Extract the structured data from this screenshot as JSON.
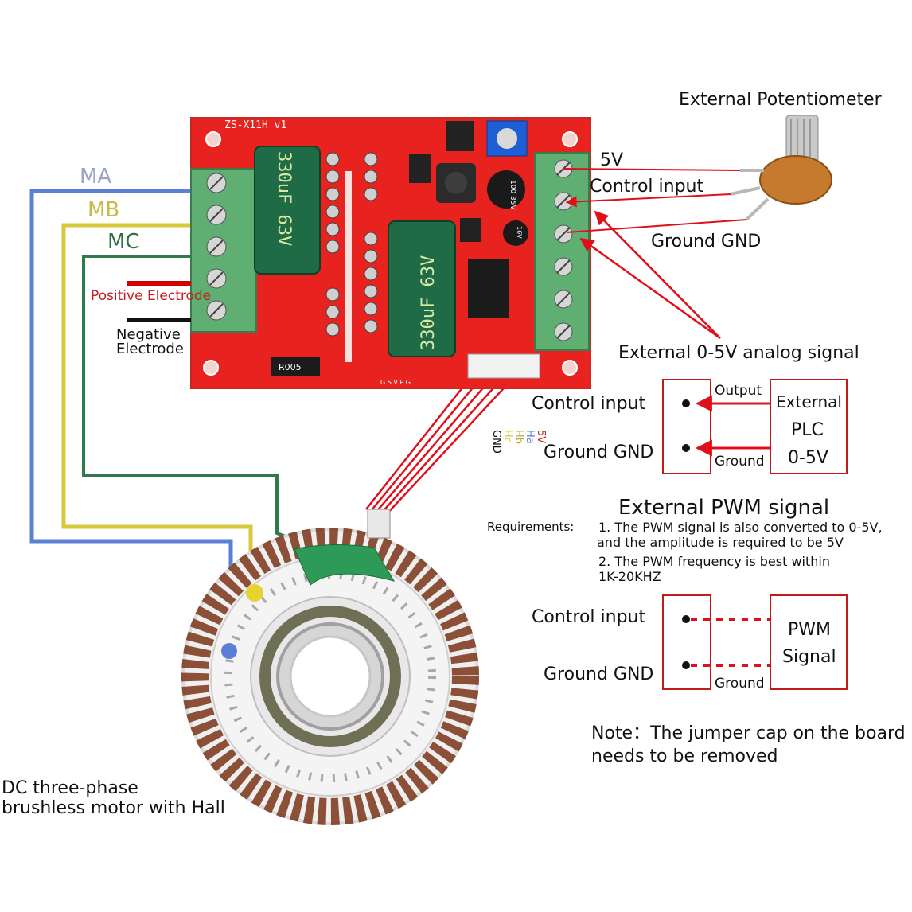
{
  "board": {
    "model": "ZS-X11H v1",
    "cap_label_1": "330uF 63V",
    "cap_label_2": "330uF 63V",
    "small_cap_1": "100 35V",
    "small_cap_2": "16V",
    "resistor": "R005",
    "header_pins": "G S V P G"
  },
  "motor_wires": {
    "ma": "MA",
    "mb": "MB",
    "mc": "MC"
  },
  "power": {
    "positive": "Positive Electrode",
    "negative_line1": "Negative",
    "negative_line2": "Electrode"
  },
  "hall_labels": [
    "5V",
    "Ha",
    "Hb",
    "Hc",
    "GND"
  ],
  "pot": {
    "title": "External Potentiometer",
    "v5": "5V",
    "control": "Control input",
    "ground": "Ground GND",
    "analog": "External 0-5V analog signal"
  },
  "plc": {
    "control": "Control input",
    "ground": "Ground GND",
    "output": "Output",
    "ground_small": "Ground",
    "box_line1": "External",
    "box_line2": "PLC",
    "box_line3": "0-5V"
  },
  "pwm": {
    "title": "External PWM signal",
    "req_label": "Requirements:",
    "req1a": "1. The PWM signal is also converted to 0-5V,",
    "req1b": "and the amplitude is required to be 5V",
    "req2a": "2. The PWM frequency is best within",
    "req2b": "1K-20KHZ",
    "control": "Control input",
    "ground": "Ground GND",
    "ground_small": "Ground",
    "box_line1": "PWM",
    "box_line2": "Signal"
  },
  "note": {
    "line1": "Note：The jumper cap on the board",
    "line2": "needs to be removed"
  },
  "motor_caption": {
    "line1": "DC three-phase",
    "line2": "brushless motor with Hall"
  },
  "colors": {
    "ma_wire": "#5b7fd6",
    "mb_wire": "#d8c93a",
    "mc_wire": "#2f7a4a",
    "signal_red": "#e0101b",
    "board_red": "#e8231f",
    "terminal_green": "#5fae72",
    "capacitor_green": "#1f6b45"
  }
}
